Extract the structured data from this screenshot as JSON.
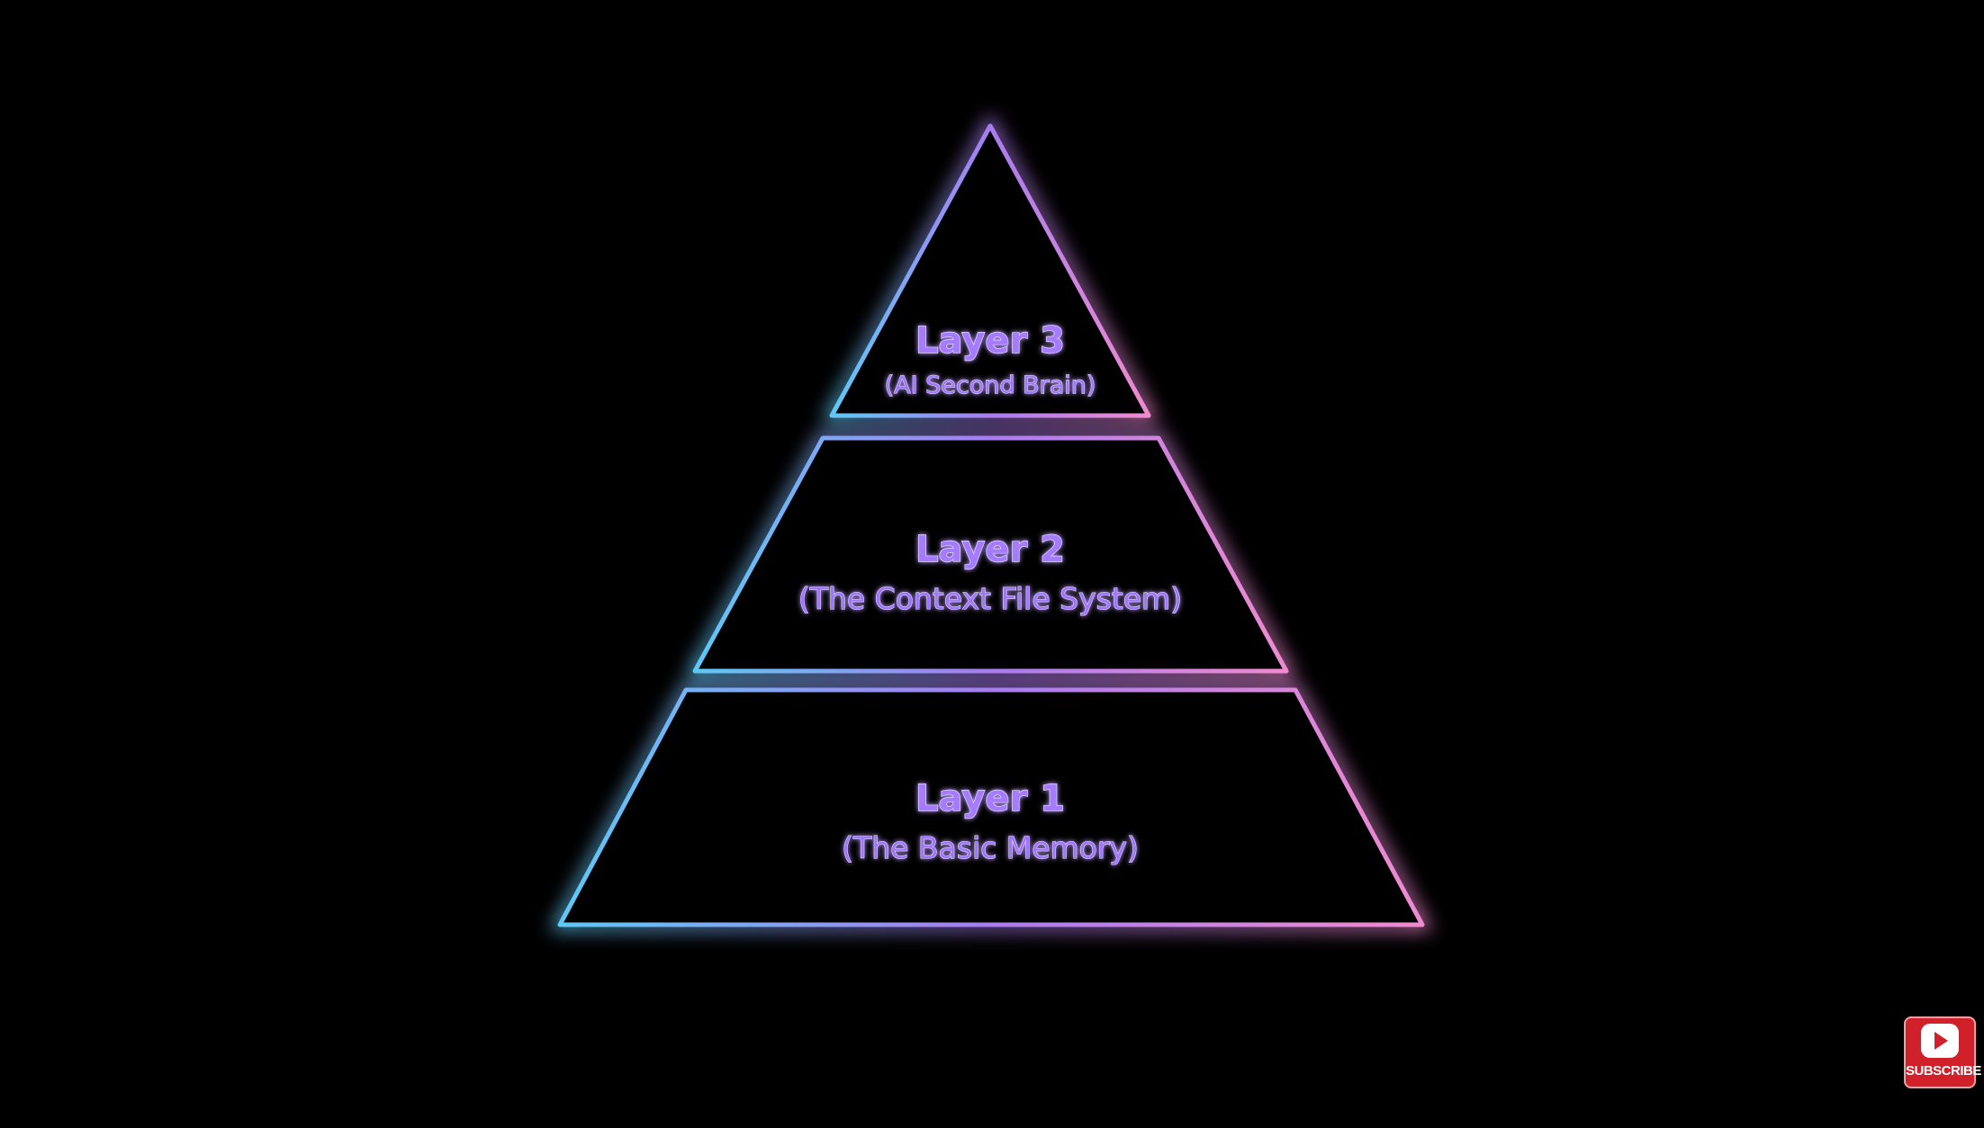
{
  "diagram": {
    "type": "pyramid",
    "layers": [
      {
        "title": "Layer 3",
        "subtitle": "(AI Second Brain)"
      },
      {
        "title": "Layer 2",
        "subtitle": "(The Context File System)"
      },
      {
        "title": "Layer 1",
        "subtitle": "(The Basic Memory)"
      }
    ],
    "colors": {
      "background": "#000000",
      "outline_start": "#5ec8f5",
      "outline_mid": "#a87cf0",
      "outline_end": "#f08ad0",
      "text": "#a57cff"
    }
  },
  "subscribe_badge": {
    "label": "SUBSCRIBE",
    "icon": "youtube-play-icon",
    "color": "#d0202a"
  }
}
